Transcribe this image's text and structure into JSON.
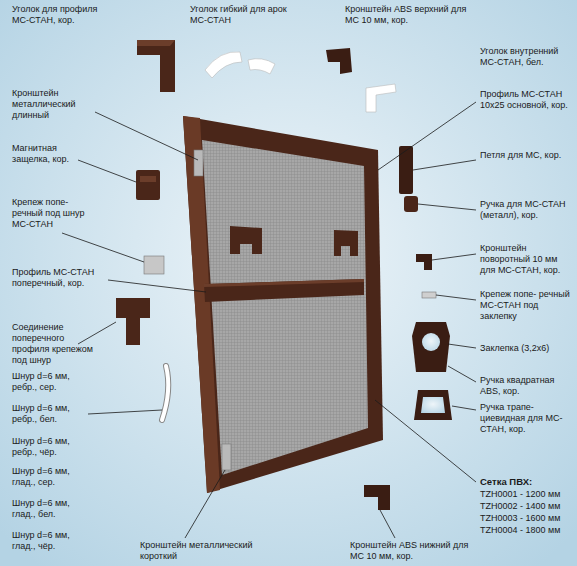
{
  "diagram": {
    "labels": [
      "Уголок для профиля МС-СТАН, кор.",
      "Уголок гибкий для арок МС-СТАН",
      "Кронштейн ABS верхний для МС 10 мм, кор.",
      "Уголок внутренний МС-СТАН, бел.",
      "Кронштейн металлический длинный",
      "Профиль МС-СТАН 10x25 основной, кор.",
      "Магнитная защелка, кор.",
      "Петля для МС, кор.",
      "Крепеж попе- речный под шнур МС-СТАН",
      "Ручка для МС-СТАН (металл), кор.",
      "Кронштейн поворотный 10 мм для МС-СТАН, кор.",
      "Профиль МС-СТАН поперечный, кор.",
      "Крепеж попе- речный МС-СТАН под заклепку",
      "Соединение поперечного профиля крепежом под шнур",
      "Заклепка (3,2х6)",
      "Шнур d=6 мм, ребр., сер.",
      "Ручка квадратная ABS, кор.",
      "Шнур d=6 мм, ребр., бел.",
      "Ручка трапе- циевидная для МС-СТАН, кор.",
      "Шнур d=6 мм, ребр., чёр.",
      "Сетка ПВХ:",
      "Шнур d=6 мм, глад., сер.",
      "TZH0001 - 1200 мм",
      "TZH0002 - 1400 мм",
      "TZH0003 - 1600 мм",
      "TZH0004 - 1800 мм",
      "Шнур d=6 мм, глад., бел.",
      "Шнур d=6 мм, глад., чёр.",
      "Кронштейн металлический короткий",
      "Кронштейн ABS нижний для МС 10 мм, кор."
    ]
  }
}
